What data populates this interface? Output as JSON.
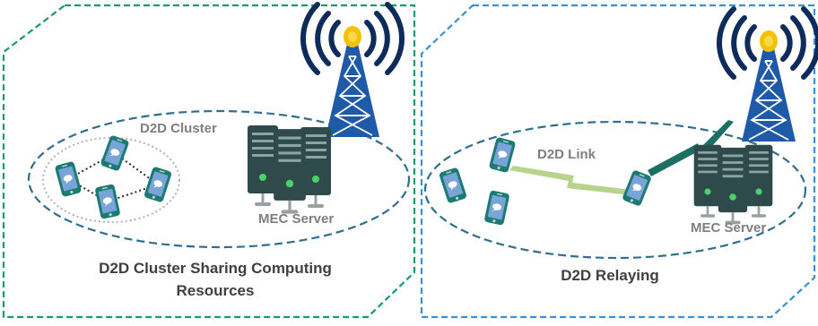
{
  "left_panel": {
    "cluster_label": "D2D Cluster",
    "server_label": "MEC Server",
    "caption_line1": "D2D Cluster Sharing Computing",
    "caption_line2": "Resources"
  },
  "right_panel": {
    "link_label": "D2D Link",
    "server_label": "MEC Server",
    "caption": "D2D Relaying"
  },
  "colors": {
    "green_border": "#1a9a6c",
    "blue_border": "#3c8fd1",
    "ellipse": "#2f6e8e",
    "cluster_dots": "#b3b3b3",
    "tower_blue": "#1f5aa8",
    "signal_navy": "#0d2c5b",
    "tower_top": "#f2c200",
    "server_body": "#2f4a4a",
    "server_led": "#4bd16a",
    "phone_teal": "#1d7a73",
    "phone_screen": "#78a4d8",
    "link_green": "#b8d48c",
    "link_teal": "#1d6f61"
  }
}
